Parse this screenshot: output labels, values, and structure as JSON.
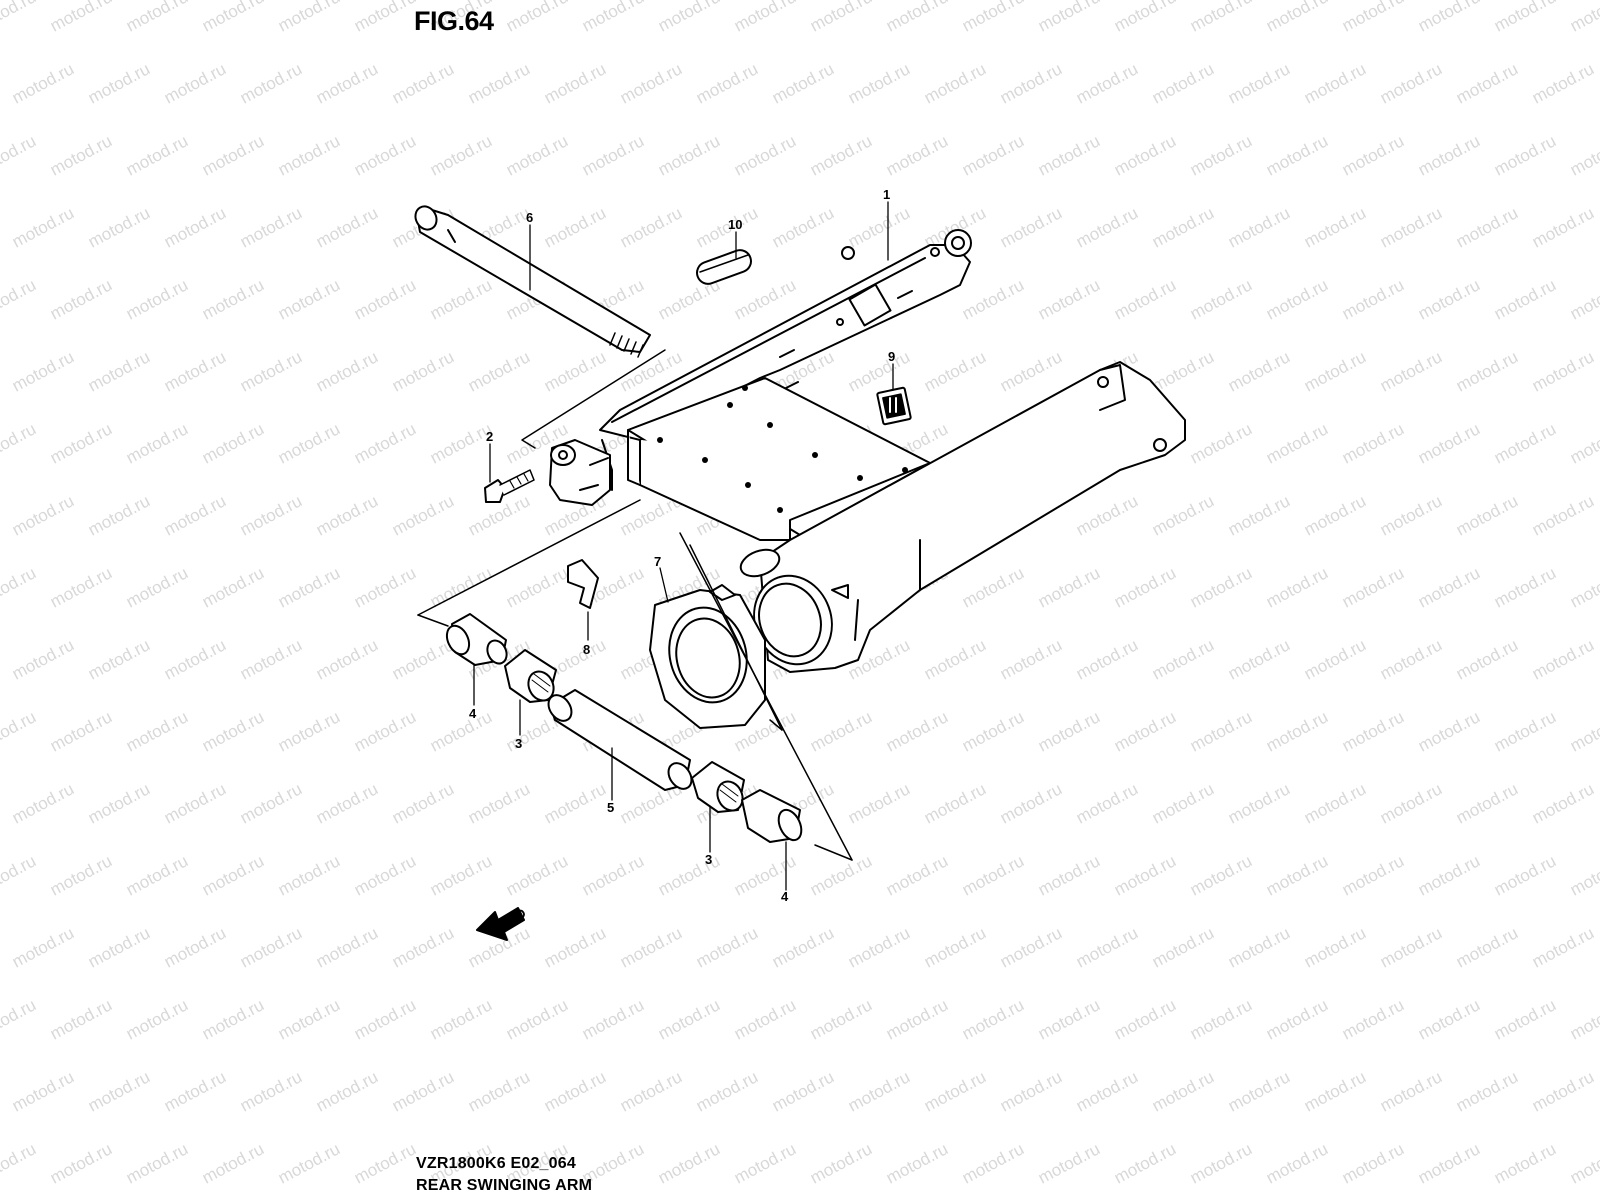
{
  "figure": {
    "title": "FIG.64"
  },
  "footer": {
    "code": "VZR1800K6 E02_064",
    "name": "REAR SWINGING ARM"
  },
  "watermark": {
    "text": "motod.ru"
  },
  "fwd_label": "FWD",
  "callouts": [
    {
      "id": "c1",
      "label": "1"
    },
    {
      "id": "c2",
      "label": "2"
    },
    {
      "id": "c3a",
      "label": "3"
    },
    {
      "id": "c3b",
      "label": "3"
    },
    {
      "id": "c4a",
      "label": "4"
    },
    {
      "id": "c4b",
      "label": "4"
    },
    {
      "id": "c5",
      "label": "5"
    },
    {
      "id": "c6",
      "label": "6"
    },
    {
      "id": "c7",
      "label": "7"
    },
    {
      "id": "c8",
      "label": "8"
    },
    {
      "id": "c9",
      "label": "9"
    },
    {
      "id": "c10",
      "label": "10"
    }
  ]
}
